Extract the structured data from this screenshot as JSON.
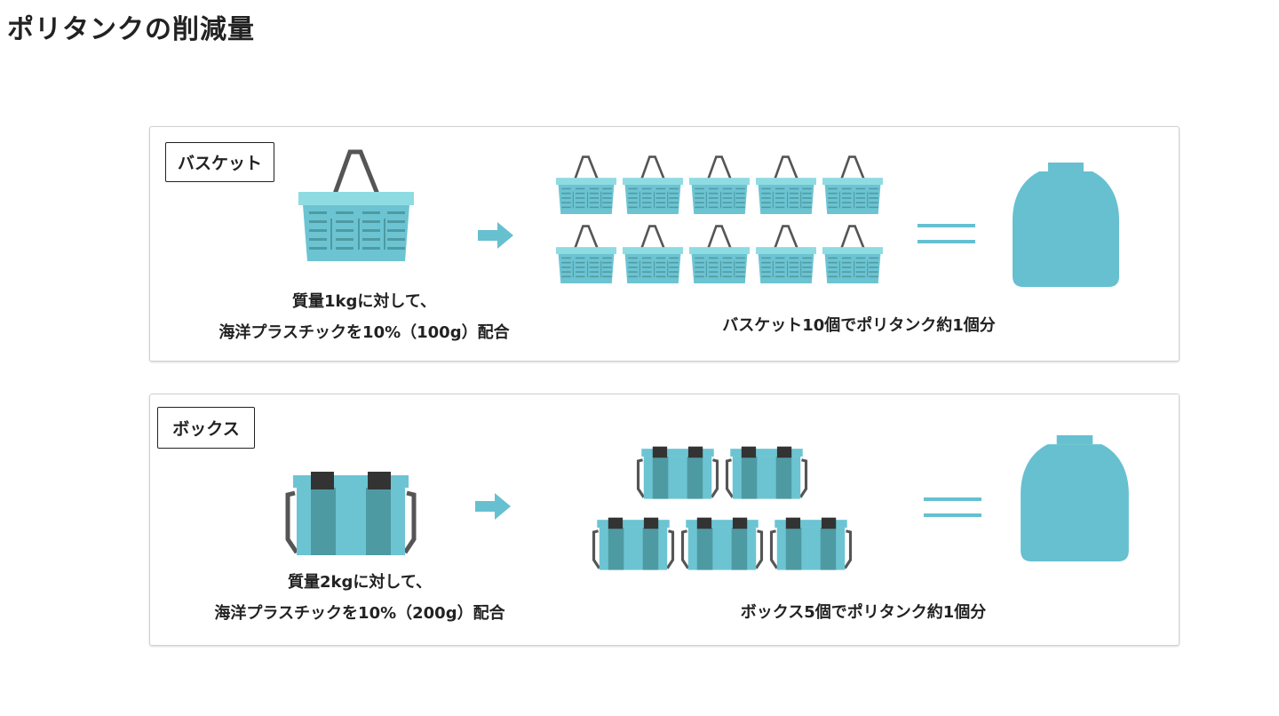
{
  "page_title": "ポリタンクの削減量",
  "colors": {
    "accent": "#66c0d0",
    "rim": "#8fdbe2",
    "dark_panel": "#4e9aa3",
    "handle": "#555555"
  },
  "sections": [
    {
      "label": "バスケット",
      "spec_line1": "質量1kgに対して、",
      "spec_line2": "海洋プラスチックを10%（100g）配合",
      "result": "バスケット10個でポリタンク約1個分",
      "count": 10
    },
    {
      "label": "ボックス",
      "spec_line1": "質量2kgに対して、",
      "spec_line2": "海洋プラスチックを10%（200g）配合",
      "result": "ボックス5個でポリタンク約1個分",
      "count": 5
    }
  ]
}
